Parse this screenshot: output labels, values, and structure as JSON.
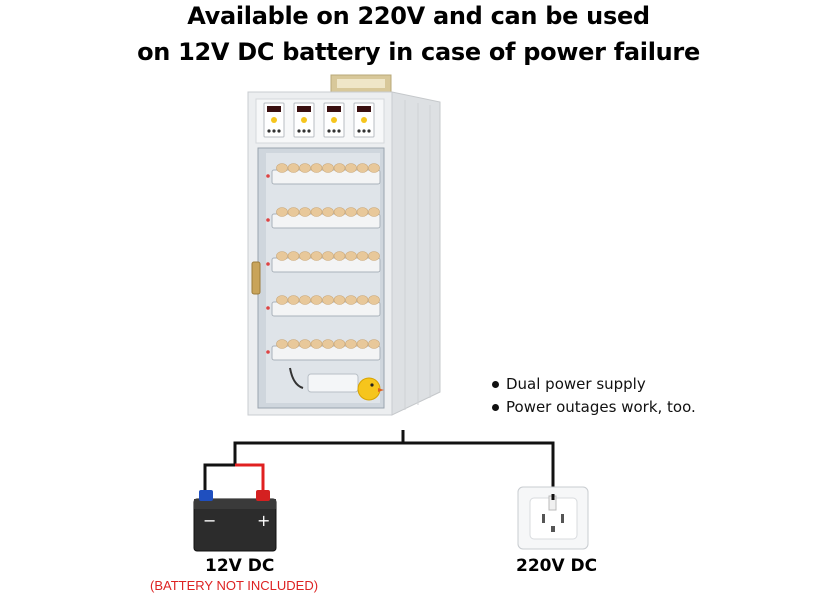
{
  "headline": {
    "line1": "Available on 220V and can be used",
    "line2": "on 12V DC battery in case of power failure"
  },
  "bullets": [
    "Dual power supply",
    "Power outages work, too."
  ],
  "battery": {
    "label": "12V DC",
    "note": "(BATTERY NOT INCLUDED)",
    "minus": "−",
    "plus": "+"
  },
  "outlet": {
    "label": "220V DC"
  },
  "colors": {
    "cabinet": "#eceef0",
    "wire_positive": "#e02020",
    "wire_negative": "#111111",
    "terminal_negative": "#1f4fbf",
    "terminal_positive": "#d42020",
    "note_text": "#dd2222"
  },
  "incubator": {
    "display_count": 4,
    "tray_count": 5
  }
}
